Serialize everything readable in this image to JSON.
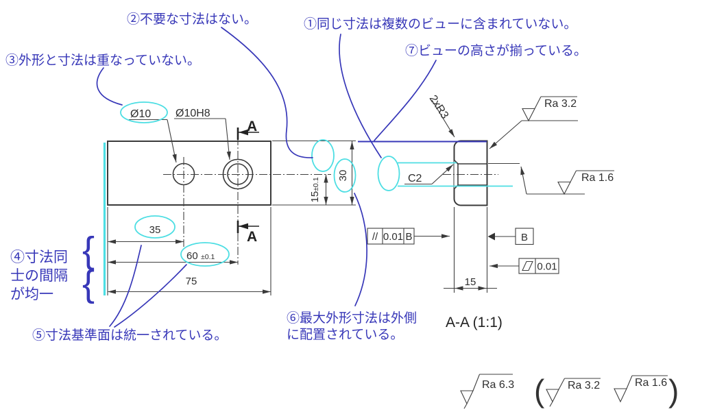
{
  "colors": {
    "annotation_blue": "#3737b8",
    "highlight_cyan": "#4ddee3",
    "drawing_line": "#3a3a3a"
  },
  "notes": {
    "n1": "①同じ寸法は複数のビューに含まれていない。",
    "n2": "②不要な寸法はない。",
    "n3": "③外形と寸法は重なっていない。",
    "n4_line1": "④寸法同",
    "n4_line2": "士の間隔",
    "n4_line3": "が均一",
    "n4_brace": "{",
    "n5": "⑤寸法基準面は統一されている。",
    "n6_line1": "⑥最大外形寸法は外側",
    "n6_line2": "に配置されている。",
    "n7": "⑦ビューの高さが揃っている。"
  },
  "front_view": {
    "hole1_label": "Ø10",
    "hole2_label": "Ø10H8",
    "dim35": "35",
    "dim60": "60",
    "dim60_tol": "±0.1",
    "dim75": "75",
    "dim15": "15",
    "dim15_tol": "±0.1",
    "dim30": "30",
    "cut_label_top": "A",
    "cut_label_bottom": "A"
  },
  "section_view": {
    "title": "A-A (1:1)",
    "radius_label": "2xR3",
    "chamfer_label": "C2",
    "dim15": "15",
    "datum_label": "B",
    "parallelism_symbol": "//",
    "parallelism_value": "0.01",
    "parallelism_datum": "B",
    "flatness_value": "0.01",
    "ra_top": "Ra 3.2",
    "ra_hole": "Ra 1.6"
  },
  "roughness_note": {
    "general": "Ra 6.3",
    "paren_open": "(",
    "alt1": "Ra 3.2",
    "alt2": "Ra 1.6",
    "paren_close": ")"
  }
}
